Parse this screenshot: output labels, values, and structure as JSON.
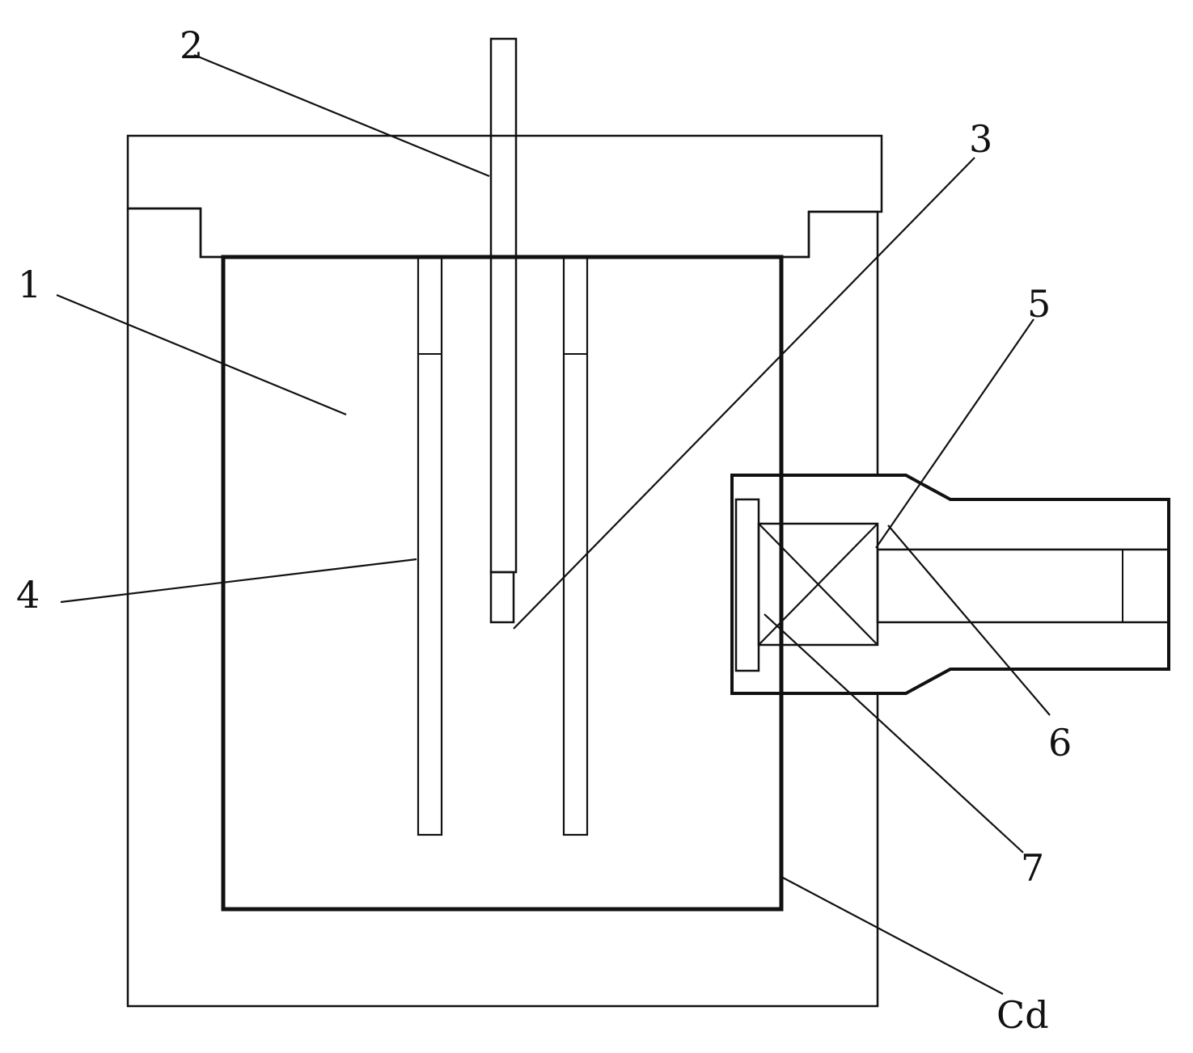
{
  "labels": {
    "l1": "1",
    "l2": "2",
    "l3": "3",
    "l4": "4",
    "l5": "5",
    "l6": "6",
    "l7": "7",
    "lcd": "Cd"
  },
  "colors": {
    "ink": "#111111",
    "paper": "#ffffff"
  }
}
